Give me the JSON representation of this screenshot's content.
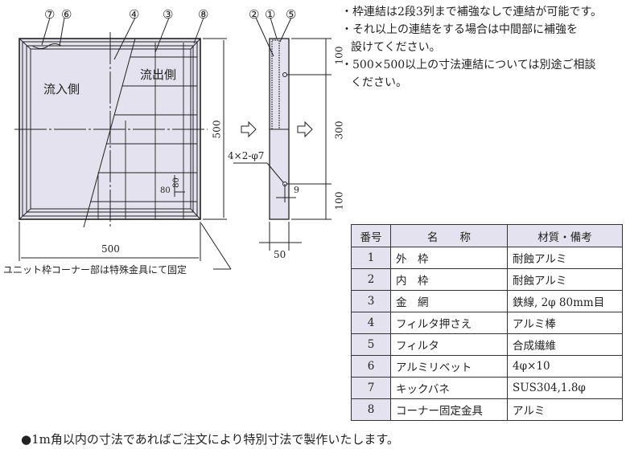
{
  "callouts": {
    "c7": "⑦",
    "c6": "⑥",
    "c4": "④",
    "c3": "③",
    "c8": "⑧",
    "c2": "②",
    "c1": "①",
    "c5": "⑤"
  },
  "front_view": {
    "inlet_label": "流入側",
    "outlet_label": "流出側",
    "width_dim": "500",
    "height_dim": "500",
    "mesh_h": "80",
    "mesh_v": "80"
  },
  "side_view": {
    "dim_top": "100",
    "dim_mid": "300",
    "dim_bottom": "100",
    "depth_dim": "50",
    "hole_label": "4×2-φ7",
    "hole_offset": "9"
  },
  "corner_note": "ユニット枠コーナー部は特殊金具にて固定",
  "notes": [
    {
      "line1": "・枠連結は2段3列まで補強なしで連結が可能です。"
    },
    {
      "line1": "・それ以上の連結をする場合は中間部に補強を",
      "line2": "設けてください。"
    },
    {
      "line1": "・500×500以上の寸法連結については別途ご相談",
      "line2": "ください。"
    }
  ],
  "parts_table": {
    "headers": [
      "番号",
      "名　　称",
      "材質・備考"
    ],
    "rows": [
      {
        "no": "1",
        "name": "外　枠",
        "material": "耐蝕アルミ"
      },
      {
        "no": "2",
        "name": "内　枠",
        "material": "耐蝕アルミ"
      },
      {
        "no": "3",
        "name": "金　網",
        "material": "鉄線, 2φ 80mm目"
      },
      {
        "no": "4",
        "name": "フィルタ押さえ",
        "material": "アルミ棒"
      },
      {
        "no": "5",
        "name": "フィルタ",
        "material": "合成繊維"
      },
      {
        "no": "6",
        "name": "アルミリベット",
        "material": "4φ×10"
      },
      {
        "no": "7",
        "name": "キックバネ",
        "material": "SUS304,1.8φ"
      },
      {
        "no": "8",
        "name": "コーナー固定金具",
        "material": "アルミ"
      }
    ]
  },
  "footer_note": "●1m角以内の寸法であればご注文により特別寸法で製作いたします。",
  "colors": {
    "fill": "#e4e2ee",
    "line": "#222222"
  }
}
